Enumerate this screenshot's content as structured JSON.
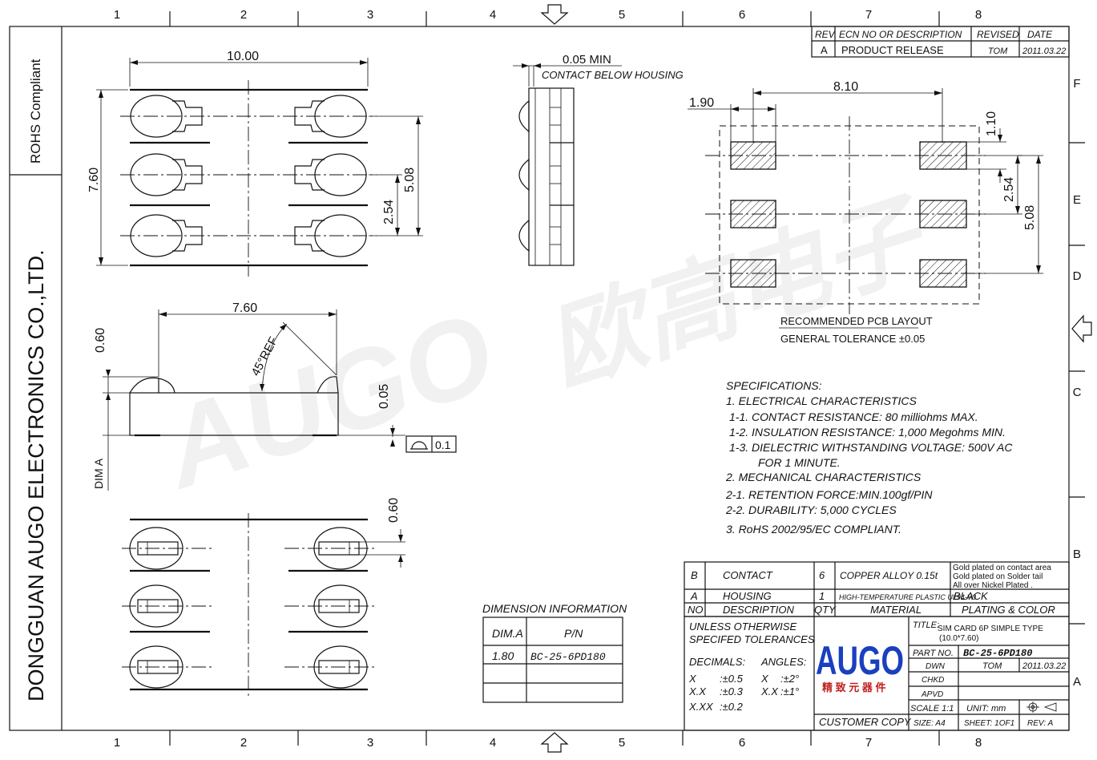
{
  "border": {
    "columns": [
      "1",
      "2",
      "3",
      "4",
      "5",
      "6",
      "7",
      "8"
    ],
    "rows": [
      "F",
      "E",
      "D",
      "C",
      "B",
      "A"
    ]
  },
  "side_title": {
    "rohs": "ROHS Compliant",
    "company": "DONGGUAN AUGO ELECTRONICS CO.,LTD."
  },
  "watermark": {
    "latin": "AUGO",
    "chinese": "欧高电子"
  },
  "revision_table": {
    "headers": [
      "REV.",
      "ECN NO OR DESCRIPTION",
      "REVISED",
      "DATE"
    ],
    "row": {
      "rev": "A",
      "desc": "PRODUCT RELEASE",
      "revised": "TOM",
      "date": "2011.03.22"
    }
  },
  "top_view": {
    "width_dim": "10.00",
    "height_dim": "7.60",
    "pitch_dim": "2.54",
    "span_dim": "5.08"
  },
  "side_view": {
    "contact_min": "0.05 MIN",
    "contact_note": "CONTACT BELOW HOUSING"
  },
  "front_view": {
    "length_dim": "7.60",
    "height_dim": "0.60",
    "offset_dim": "0.05",
    "angle_dim": "45°REF",
    "dim_a_label": "DIM A",
    "flatness_value": "0.1"
  },
  "bottom_view": {
    "pad_dim": "0.60"
  },
  "pcb_layout": {
    "width_dim": "8.10",
    "offset_dim": "1.90",
    "pad_dim": "1.10",
    "pitch_dim": "2.54",
    "span_dim": "5.08",
    "title": "RECOMMENDED PCB LAYOUT",
    "tolerance": "GENERAL TOLERANCE ±0.05"
  },
  "specifications": [
    "SPECIFICATIONS:",
    "1. ELECTRICAL CHARACTERISTICS",
    "1-1. CONTACT RESISTANCE: 80 milliohms   MAX.",
    "1-2. INSULATION RESISTANCE: 1,000 Megohms MIN.",
    "1-3. DIELECTRIC WITHSTANDING VOLTAGE: 500V AC",
    "FOR 1 MINUTE.",
    "2. MECHANICAL CHARACTERISTICS",
    "2-1. RETENTION FORCE:MIN.100gf/PIN",
    "2-2. DURABILITY: 5,000 CYCLES",
    "3. RoHS 2002/95/EC COMPLIANT."
  ],
  "dimension_info": {
    "title": "DIMENSION INFORMATION",
    "headers": [
      "DIM.A",
      "P/N"
    ],
    "rows": [
      [
        "1.80",
        "BC-25-6PD180"
      ],
      [
        "",
        ""
      ],
      [
        "",
        ""
      ]
    ]
  },
  "bom": {
    "rows": [
      {
        "no": "B",
        "desc": "CONTACT",
        "qty": "6",
        "material": "COPPER ALLOY 0.15t",
        "plating": [
          "Gold plated on contact area",
          "Gold plated on Solder tail",
          "All over Nickel Plated ."
        ]
      },
      {
        "no": "A",
        "desc": "HOUSING",
        "qty": "1",
        "material": "HIGH-TEMPERATURE PLASTIC UL94-V0",
        "plating": [
          "BLACK"
        ]
      }
    ],
    "headers": [
      "NO",
      "DESCRIPTION",
      "QTY",
      "MATERIAL",
      "PLATING & COLOR"
    ]
  },
  "title_block": {
    "tolerance_title": [
      "UNLESS OTHERWISE",
      "SPECIFED TOLERANCES"
    ],
    "decimals_label": "DECIMALS:",
    "angles_label": "ANGLES:",
    "decimals": [
      [
        "X",
        ":±0.5"
      ],
      [
        "X.X",
        ":±0.3"
      ],
      [
        "X.XX",
        ":±0.2"
      ]
    ],
    "angles": [
      [
        "X",
        ":±2°"
      ],
      [
        "X.X",
        ":±1°"
      ]
    ],
    "logo": "AUGO",
    "logo_cn": "精 致 元 器 件",
    "title_label": "TITLE:",
    "title_value": [
      "SIM CARD 6P SIMPLE TYPE",
      "(10.0*7.60)"
    ],
    "part_no_label": "PART NO.",
    "part_no": "BC-25-6PD180",
    "dwn_label": "DWN",
    "dwn": "TOM",
    "dwn_date": "2011.03.22",
    "chkd_label": "CHKD",
    "apvd_label": "APVD",
    "scale": "SCALE 1:1",
    "unit": "UNIT:   mm",
    "customer_copy": "CUSTOMER COPY",
    "size": "SIZE:  A4",
    "sheet": "SHEET: 1OF1",
    "rev": "REV:  A"
  }
}
